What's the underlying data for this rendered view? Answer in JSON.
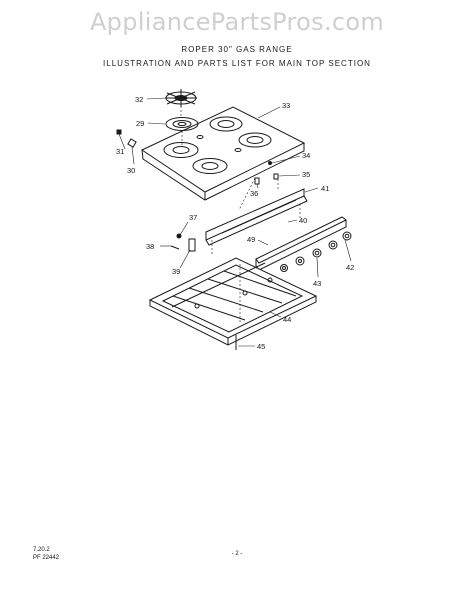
{
  "watermark": "AppliancePartsPros.com",
  "title": {
    "line1": "ROPER 30\" GAS RANGE",
    "line2": "ILLUSTRATION AND PARTS LIST FOR MAIN TOP SECTION"
  },
  "callouts": {
    "p29": "29",
    "p30": "30",
    "p31": "31",
    "p32": "32",
    "p33": "33",
    "p34": "34",
    "p35": "35",
    "p36": "36",
    "p37": "37",
    "p38": "38",
    "p39": "39",
    "p40": "40",
    "p41": "41",
    "p42": "42",
    "p43": "43",
    "p44": "44",
    "p45": "45",
    "p49": "49"
  },
  "footer": {
    "code1": "7.20.2",
    "code2": "PF 22442",
    "page": "- 2 -"
  }
}
